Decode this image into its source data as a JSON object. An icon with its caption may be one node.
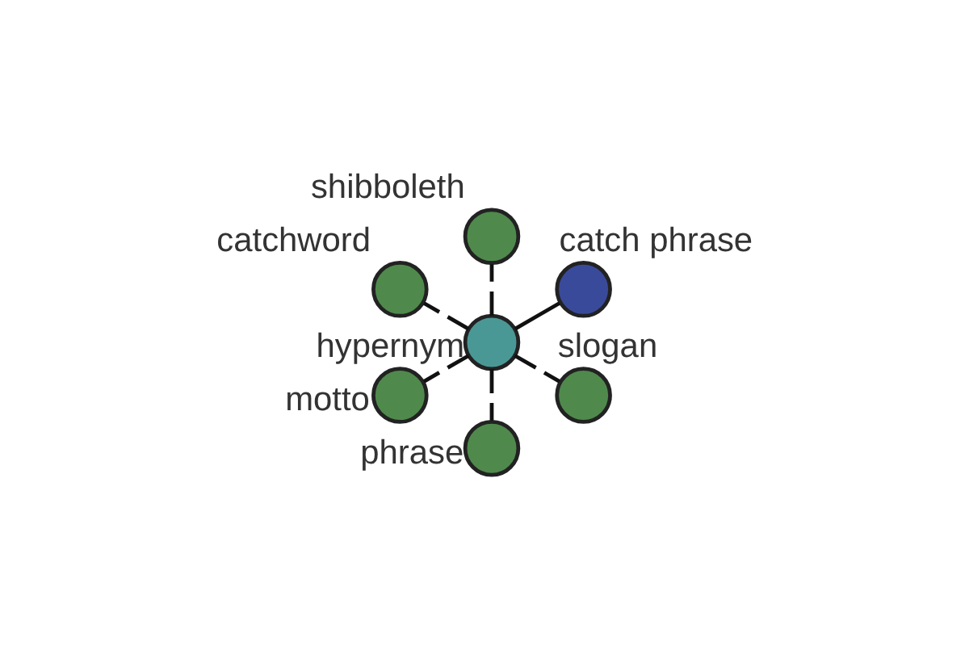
{
  "diagram": {
    "nodes": [
      {
        "text": [],
        "shape": "circle",
        "beside": [
          "shibboleth"
        ]
      },
      {
        "text": [],
        "shape": "circle",
        "beside": [
          "catch phrase"
        ]
      },
      {
        "text": [],
        "shape": "circle",
        "beside": [
          "catchword"
        ]
      },
      {
        "text": [],
        "shape": "circle",
        "beside": [
          "hypernym"
        ]
      },
      {
        "text": [],
        "shape": "circle",
        "beside": [
          "motto"
        ]
      },
      {
        "text": [],
        "shape": "circle",
        "beside": [
          "phrase"
        ]
      },
      {
        "text": [],
        "shape": "circle",
        "beside": [
          "slogan"
        ]
      }
    ],
    "edges": [
      {
        "from": 3,
        "to": 0,
        "arrow": "none",
        "style": "dashed"
      },
      {
        "from": 3,
        "to": 1,
        "arrow": "none"
      },
      {
        "from": 3,
        "to": 2,
        "arrow": "none",
        "style": "dashed"
      },
      {
        "from": 3,
        "to": 4,
        "arrow": "none",
        "style": "dashed"
      },
      {
        "from": 3,
        "to": 5,
        "arrow": "none",
        "style": "dashed"
      },
      {
        "from": 3,
        "to": 6,
        "arrow": "none",
        "style": "dashed"
      }
    ]
  }
}
